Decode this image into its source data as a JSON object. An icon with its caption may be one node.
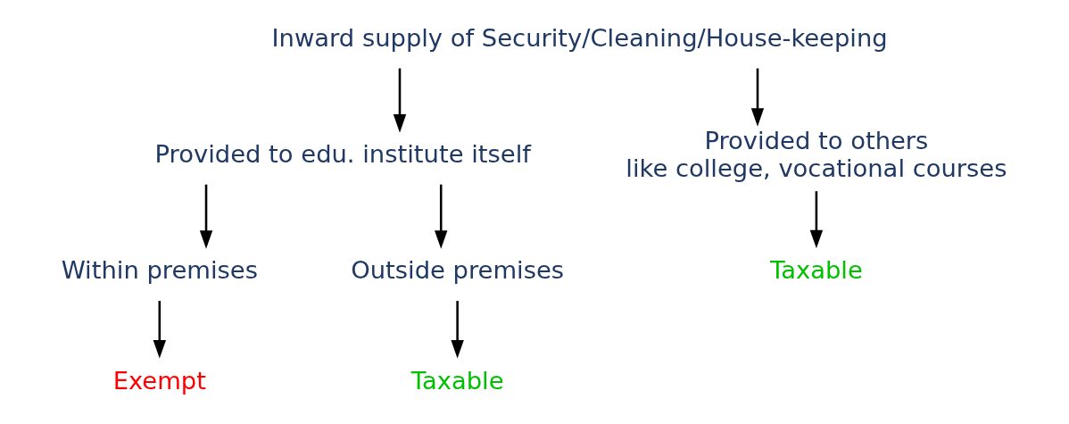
{
  "diagram": {
    "nodes": [
      {
        "text": [
          "Inward supply of Security/Cleaning/House-keeping"
        ]
      },
      {
        "text": [
          "Provided to edu. institute itself"
        ]
      },
      {
        "text": [
          "Provided to others like college, vocational courses"
        ]
      },
      {
        "text": [
          "Within premises"
        ]
      },
      {
        "text": [
          "Outside premises"
        ]
      },
      {
        "text": [
          "Exempt"
        ]
      },
      {
        "text": [
          "Taxable"
        ]
      },
      {
        "text": [
          "Taxable"
        ]
      }
    ],
    "edges": [
      {
        "from": 0,
        "to": 1,
        "arrow": "to"
      },
      {
        "from": 0,
        "to": 2,
        "arrow": "to"
      },
      {
        "from": 1,
        "to": 3,
        "arrow": "to"
      },
      {
        "from": 1,
        "to": 4,
        "arrow": "to"
      },
      {
        "from": 3,
        "to": 5,
        "arrow": "to"
      },
      {
        "from": 4,
        "to": 6,
        "arrow": "to"
      },
      {
        "from": 2,
        "to": 7,
        "arrow": "to"
      }
    ]
  }
}
